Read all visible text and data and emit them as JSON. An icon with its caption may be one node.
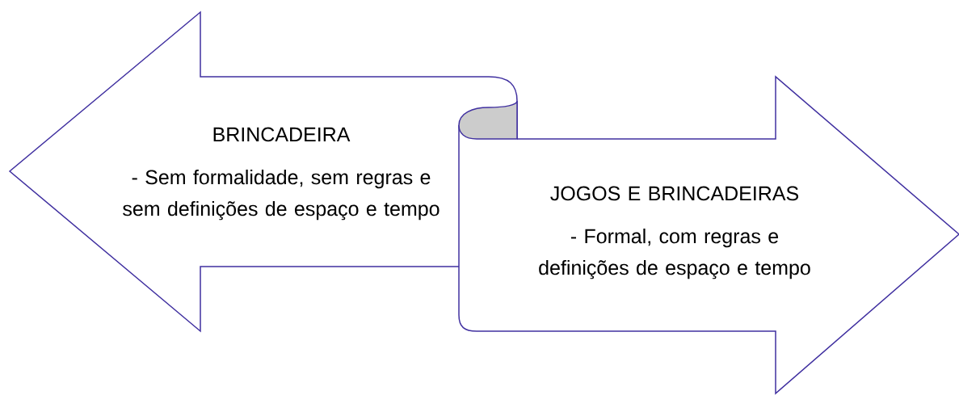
{
  "diagram": {
    "nodes": [
      {
        "text": [
          "BRINCADEIRA",
          "- Sem formalidade, sem regras e sem definições de espaço e tempo"
        ]
      },
      {
        "text": [
          "JOGOS E BRINCADEIRAS",
          "- Formal, com regras e definições de espaço e tempo"
        ]
      }
    ]
  }
}
